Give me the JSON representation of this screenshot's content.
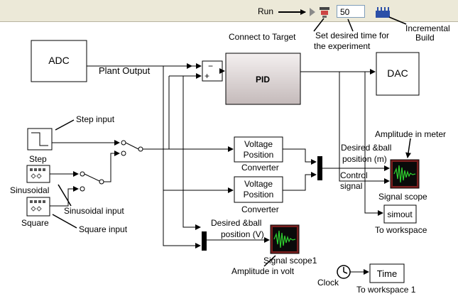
{
  "toolbar": {
    "run_label": "Run",
    "stop_time_value": "50"
  },
  "annotations": {
    "connect_to_target": "Connect to Target",
    "set_time_line1": "Set desired time for",
    "set_time_line2": "the experiment",
    "incremental_line1": "Incremental",
    "incremental_line2": "Build",
    "step_input": "Step input",
    "sinusoidal_input": "Sinusoidal input",
    "square_input": "Square input",
    "amplitude_meter": "Amplitude in meter",
    "amplitude_volt": "Amplitude in volt"
  },
  "blocks": {
    "adc": "ADC",
    "dac": "DAC",
    "pid": "PID",
    "sum_minus": "−",
    "sum_plus": "+",
    "plant_output": "Plant Output",
    "vpc1_line1": "Voltage",
    "vpc1_line2": "Position",
    "vpc1_caption": "Converter",
    "vpc2_line1": "Voltage",
    "vpc2_line2": "Position",
    "vpc2_caption": "Converter",
    "step_caption": "Step",
    "sinusoidal_caption": "Sinusoidal",
    "square_caption": "Square",
    "desired_ball_m_line1": "Desired &ball",
    "desired_ball_m_line2": "position (m)",
    "control_line1": "Control",
    "control_line2": "signal",
    "signal_scope": "Signal scope",
    "simout_block": "simout",
    "simout_caption": "To workspace",
    "desired_ball_v_line1": "Desired &ball",
    "desired_ball_v_line2": "position (V)",
    "signal_scope1": "Signal scope1",
    "clock_caption": "Clock",
    "time_block": "Time",
    "time_caption": "To workspace 1"
  },
  "colors": {
    "toolbar_bg": "#ECE9D8",
    "scope_screen": "#0a0a0a",
    "scope_trace": "#2fd12f",
    "scope_frame": "#7a1f1f",
    "pid_fill": "#d8d2d2"
  }
}
